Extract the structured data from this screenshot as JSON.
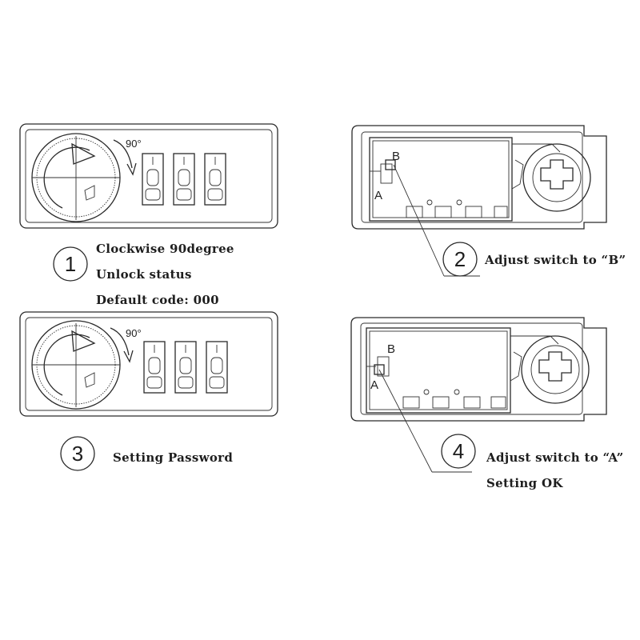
{
  "steps": [
    {
      "number": "1",
      "lines": [
        "Clockwise 90degree",
        "Unlock status",
        "Default code: 000"
      ]
    },
    {
      "number": "2",
      "lines": [
        "Adjust switch to “B”"
      ]
    },
    {
      "number": "3",
      "lines": [
        "Setting Password"
      ]
    },
    {
      "number": "4",
      "lines": [
        "Adjust switch to “A”",
        "Setting OK"
      ]
    }
  ],
  "lock_front": {
    "rotation_label": "90°"
  },
  "lock_back": {
    "switch_a": "A",
    "switch_b": "B"
  },
  "colors": {
    "line": "#2a2a2a",
    "text": "#1e1e1e",
    "background": "#ffffff"
  }
}
